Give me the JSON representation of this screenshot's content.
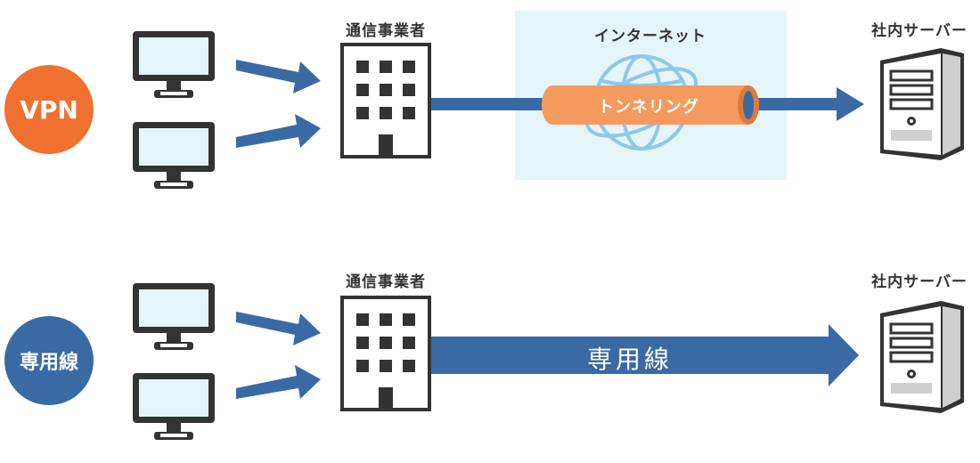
{
  "vpn_row": {
    "badge": "VPN",
    "carrier": "通信事業者",
    "internet": "インターネット",
    "tunnel": "トンネリング",
    "server": "社内サーバー"
  },
  "leased_row": {
    "badge": "専用線",
    "carrier": "通信事業者",
    "line": "専用線",
    "server": "社内サーバー"
  },
  "colors": {
    "vpn_orange": "#f07030",
    "leased_blue": "#3a6aa4",
    "arrow_blue": "#3a6aa4",
    "tunnel_orange": "#f59a5e",
    "internet_bg": "#e4f5f9",
    "globe": "#8ec8e4",
    "building": "#333333"
  },
  "icons": [
    "monitor-icon",
    "building-icon",
    "globe-icon",
    "server-icon"
  ]
}
